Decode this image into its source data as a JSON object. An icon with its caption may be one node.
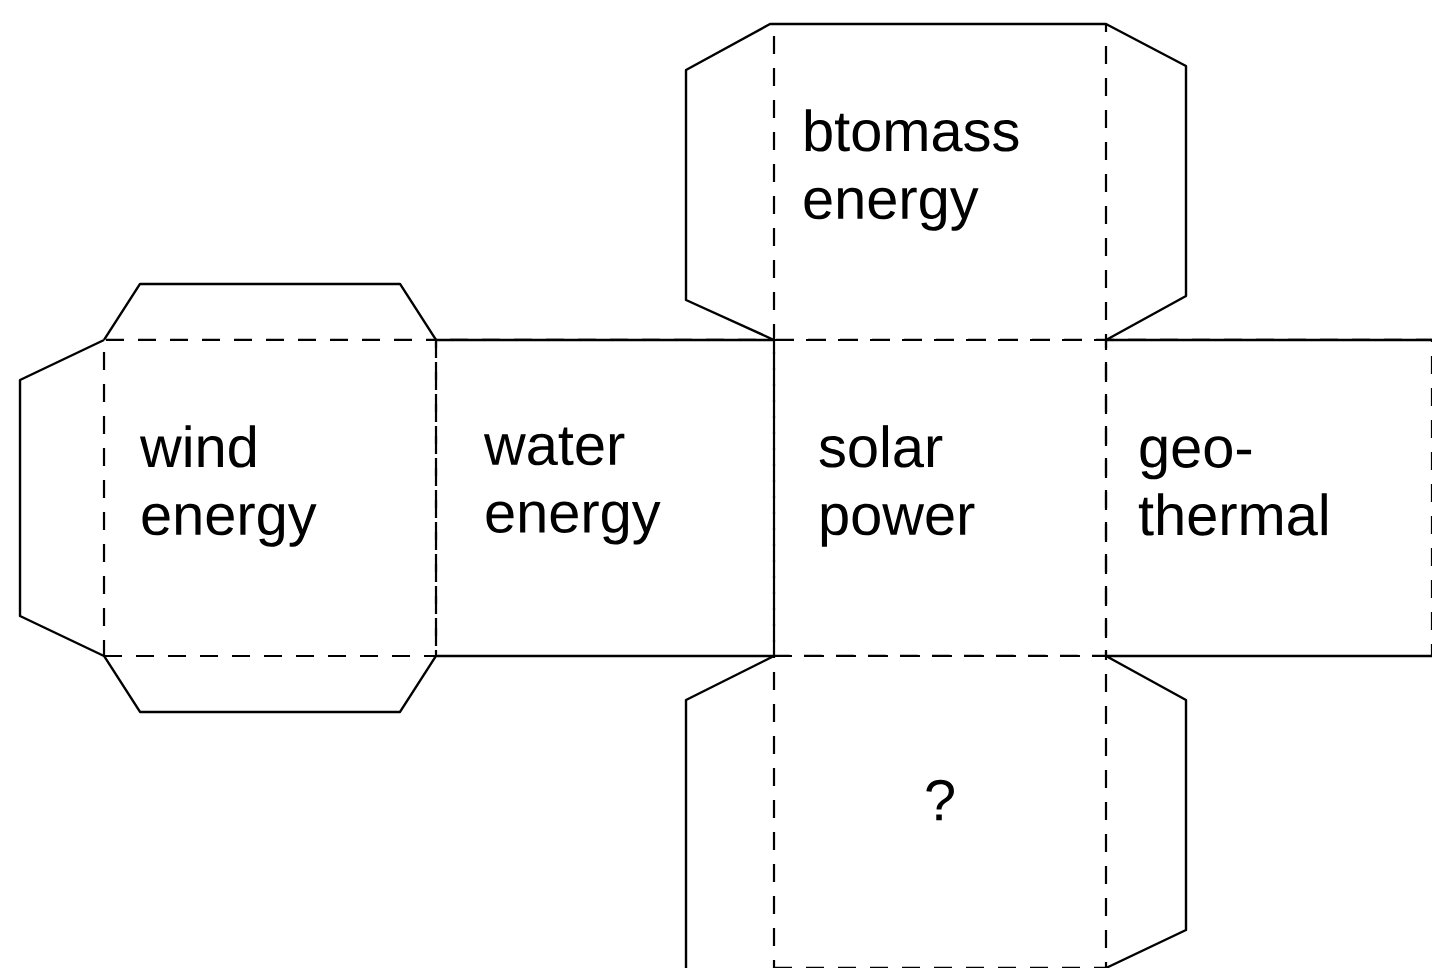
{
  "diagram": {
    "nodes": [
      {
        "text": [
          "btomass energy"
        ]
      },
      {
        "text": [
          "wind energy"
        ]
      },
      {
        "text": [
          "water energy"
        ]
      },
      {
        "text": [
          "solar power"
        ]
      },
      {
        "text": [
          "geo- thermal"
        ]
      },
      {
        "text": [
          "?"
        ]
      }
    ]
  }
}
